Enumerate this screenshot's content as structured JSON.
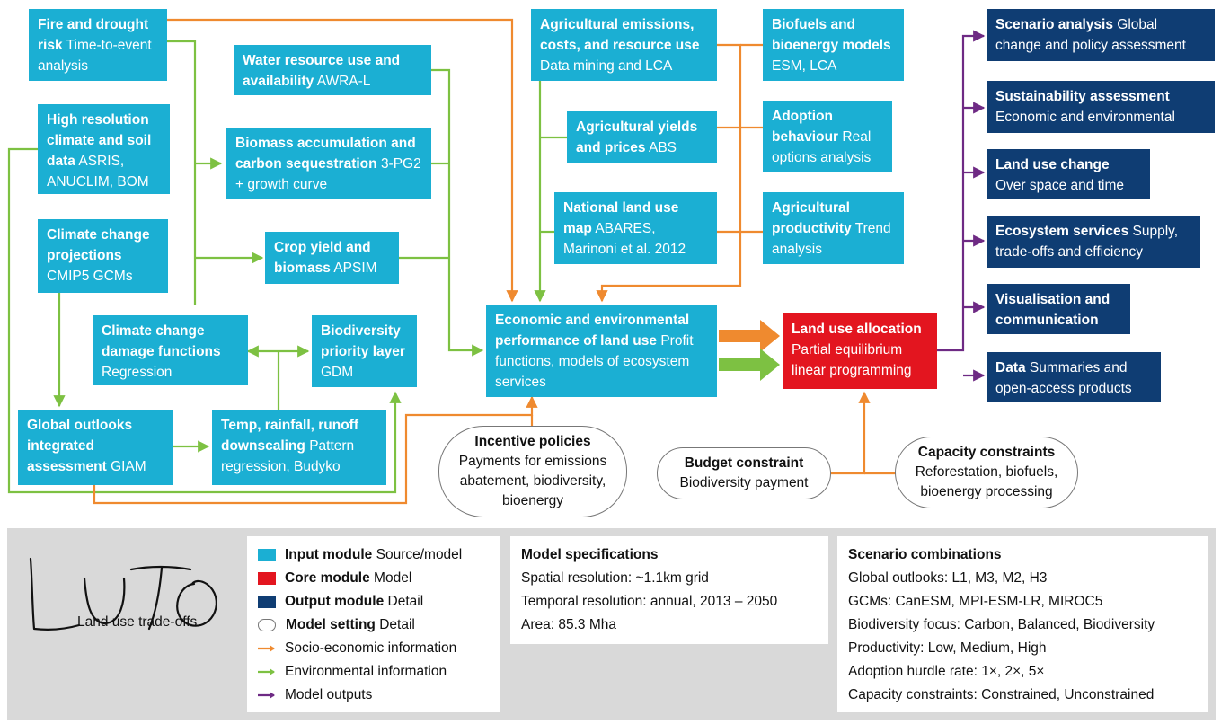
{
  "inputs": {
    "fire": {
      "title": "Fire and drought risk",
      "sub": "Time-to-event analysis"
    },
    "climate_soil": {
      "title": "High resolution climate and soil data",
      "sub": "ASRIS, ANUCLIM, BOM"
    },
    "climate_proj": {
      "title": "Climate change projections",
      "sub": "CMIP5 GCMs"
    },
    "damage": {
      "title": "Climate change damage functions",
      "sub": "Regression"
    },
    "global": {
      "title": "Global outlooks integrated assessment",
      "sub": "GIAM"
    },
    "water": {
      "title": "Water resource use and availability",
      "sub": "AWRA-L"
    },
    "biomass": {
      "title": "Biomass accumulation and carbon sequestration",
      "sub": "3-PG2 + growth curve"
    },
    "crop": {
      "title": "Crop yield and biomass",
      "sub": "APSIM"
    },
    "biodiv": {
      "title": "Biodiversity priority layer",
      "sub": "GDM"
    },
    "temp": {
      "title": "Temp, rainfall, runoff downscaling",
      "sub": "Pattern regression, Budyko"
    },
    "emissions": {
      "title": "Agricultural emissions, costs, and resource use",
      "sub": "Data mining and LCA"
    },
    "yields": {
      "title": "Agricultural yields and prices",
      "sub": "ABS"
    },
    "landuse_map": {
      "title": "National land use map",
      "sub": "ABARES, Marinoni et al. 2012"
    },
    "biofuels": {
      "title": "Biofuels and bioenergy models",
      "sub": "ESM, LCA"
    },
    "adoption": {
      "title": "Adoption behaviour",
      "sub": "Real options analysis"
    },
    "productivity": {
      "title": "Agricultural productivity",
      "sub": "Trend analysis"
    },
    "econ": {
      "title": "Economic and environmental performance of land use",
      "sub": "Profit functions, models of ecosystem services"
    }
  },
  "core": {
    "title": "Land use allocation",
    "sub": "Partial equilibrium linear programming"
  },
  "outputs": [
    {
      "title": "Scenario analysis",
      "sub": "Global change and policy assessment"
    },
    {
      "title": "Sustainability assessment",
      "sub": "Economic and environmental"
    },
    {
      "title": "Land use change",
      "sub": "Over space and time"
    },
    {
      "title": "Ecosystem services",
      "sub": "Supply, trade-offs and efficiency"
    },
    {
      "title": "Visualisation and communication",
      "sub": ""
    },
    {
      "title": "Data",
      "sub": "Summaries and open-access products"
    }
  ],
  "settings": {
    "incentive": {
      "title": "Incentive policies",
      "sub": "Payments for emissions abatement, biodiversity, bioenergy"
    },
    "budget": {
      "title": "Budget constraint",
      "sub": "Biodiversity payment"
    },
    "capacity": {
      "title": "Capacity constraints",
      "sub": "Reforestation, biofuels, bioenergy processing"
    }
  },
  "logo": {
    "text": "LUTO",
    "subtitle": "Land use trade-offs"
  },
  "legend": [
    {
      "kind": "input",
      "title": "Input module",
      "sub": "Source/model"
    },
    {
      "kind": "core",
      "title": "Core module",
      "sub": "Model"
    },
    {
      "kind": "output",
      "title": "Output module",
      "sub": "Detail"
    },
    {
      "kind": "setting",
      "title": "Model setting",
      "sub": "Detail"
    },
    {
      "kind": "socio",
      "title": "",
      "sub": "Socio-economic information"
    },
    {
      "kind": "env",
      "title": "",
      "sub": "Environmental information"
    },
    {
      "kind": "outputs",
      "title": "",
      "sub": "Model outputs"
    }
  ],
  "colors": {
    "input": "#1BAFD3",
    "core": "#E3151F",
    "output": "#0F3D73",
    "socio": "#EF8A2F",
    "env": "#7DC142",
    "outputs": "#6E2A84"
  },
  "specs": {
    "title": "Model specifications",
    "lines": [
      "Spatial resolution: ~1.1km grid",
      "Temporal resolution: annual, 2013 – 2050",
      "Area: 85.3 Mha"
    ]
  },
  "scenarios": {
    "title": "Scenario combinations",
    "lines": [
      "Global outlooks: L1, M3, M2, H3",
      "GCMs: CanESM, MPI-ESM-LR, MIROC5",
      "Biodiversity focus: Carbon, Balanced, Biodiversity",
      "Productivity: Low, Medium, High",
      "Adoption hurdle rate: 1×, 2×, 5×",
      "Capacity constraints: Constrained, Unconstrained"
    ]
  }
}
